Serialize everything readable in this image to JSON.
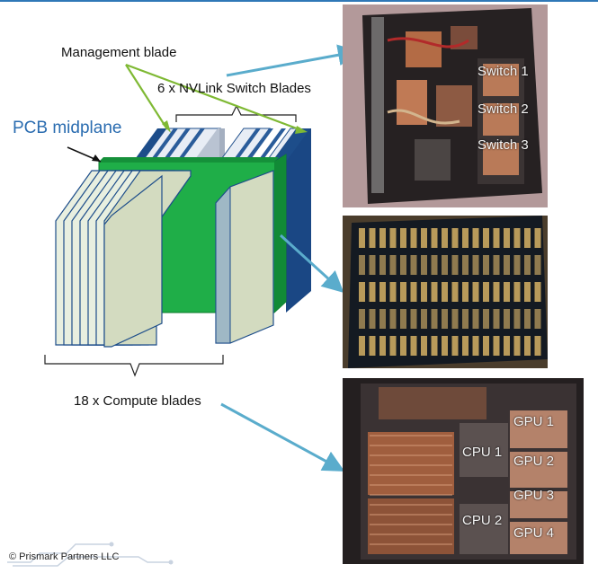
{
  "diagram": {
    "management_label": "Management blade",
    "switch_label": "6 x NVLink Switch Blades",
    "midplane_label": "PCB midplane",
    "compute_label": "18 x Compute blades",
    "colors": {
      "midplane": "#1fae48",
      "blade_face": "#d3dbc0",
      "blade_edge": "#1d4d8a",
      "arrow": "#5aaccc",
      "midplane_text": "#2a6cb0"
    }
  },
  "photos": {
    "switch_tray": {
      "labels": [
        "Switch 1",
        "Switch 2",
        "Switch 3"
      ]
    },
    "compute_tray": {
      "labels": [
        "GPU 1",
        "GPU 2",
        "GPU 3",
        "GPU 4",
        "CPU 1",
        "CPU 2"
      ]
    }
  },
  "footer": {
    "copyright": "© Prismark Partners LLC"
  }
}
